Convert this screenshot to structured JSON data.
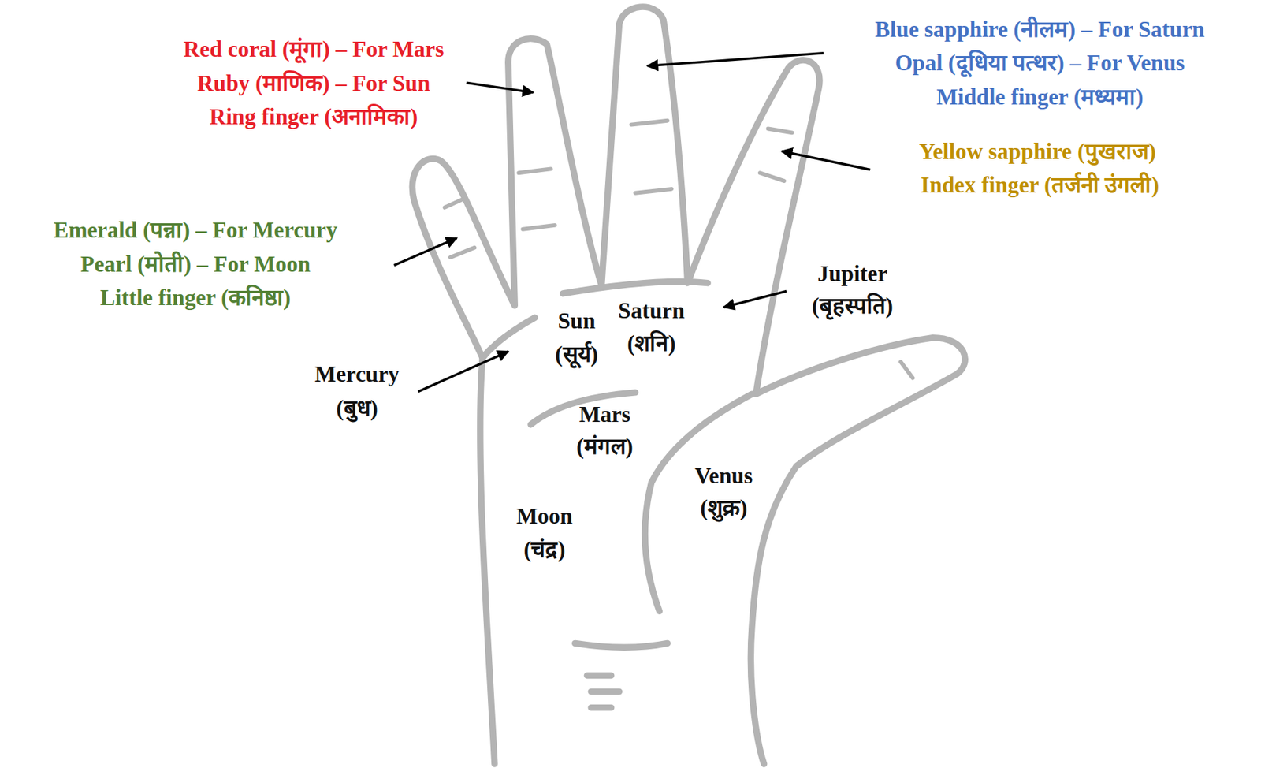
{
  "diagram": {
    "labels": [
      "Red coral (मूंगा) – For Mars",
      "Ruby (माणिक) – For Sun",
      "Ring finger (अनामिका)",
      "Blue sapphire (नीलम) – For Saturn",
      "Opal (दूधिया पत्थर) – For Venus",
      "Middle finger (मध्यमा)",
      "Yellow sapphire (पुखराज)",
      "Index finger (तर्जनी उंगली)",
      "Emerald (पन्ना) – For Mercury",
      "Pearl (मोती) – For Moon",
      "Little finger (कनिष्ठा)",
      "Jupiter",
      "(बृहस्पति)",
      "Saturn",
      "(शनि)",
      "Sun",
      "(सूर्य)",
      "Mercury",
      "(बुध)",
      "Mars",
      "(मंगल)",
      "Venus",
      "(शुक्र)",
      "Moon",
      "(चंद्र)"
    ]
  }
}
